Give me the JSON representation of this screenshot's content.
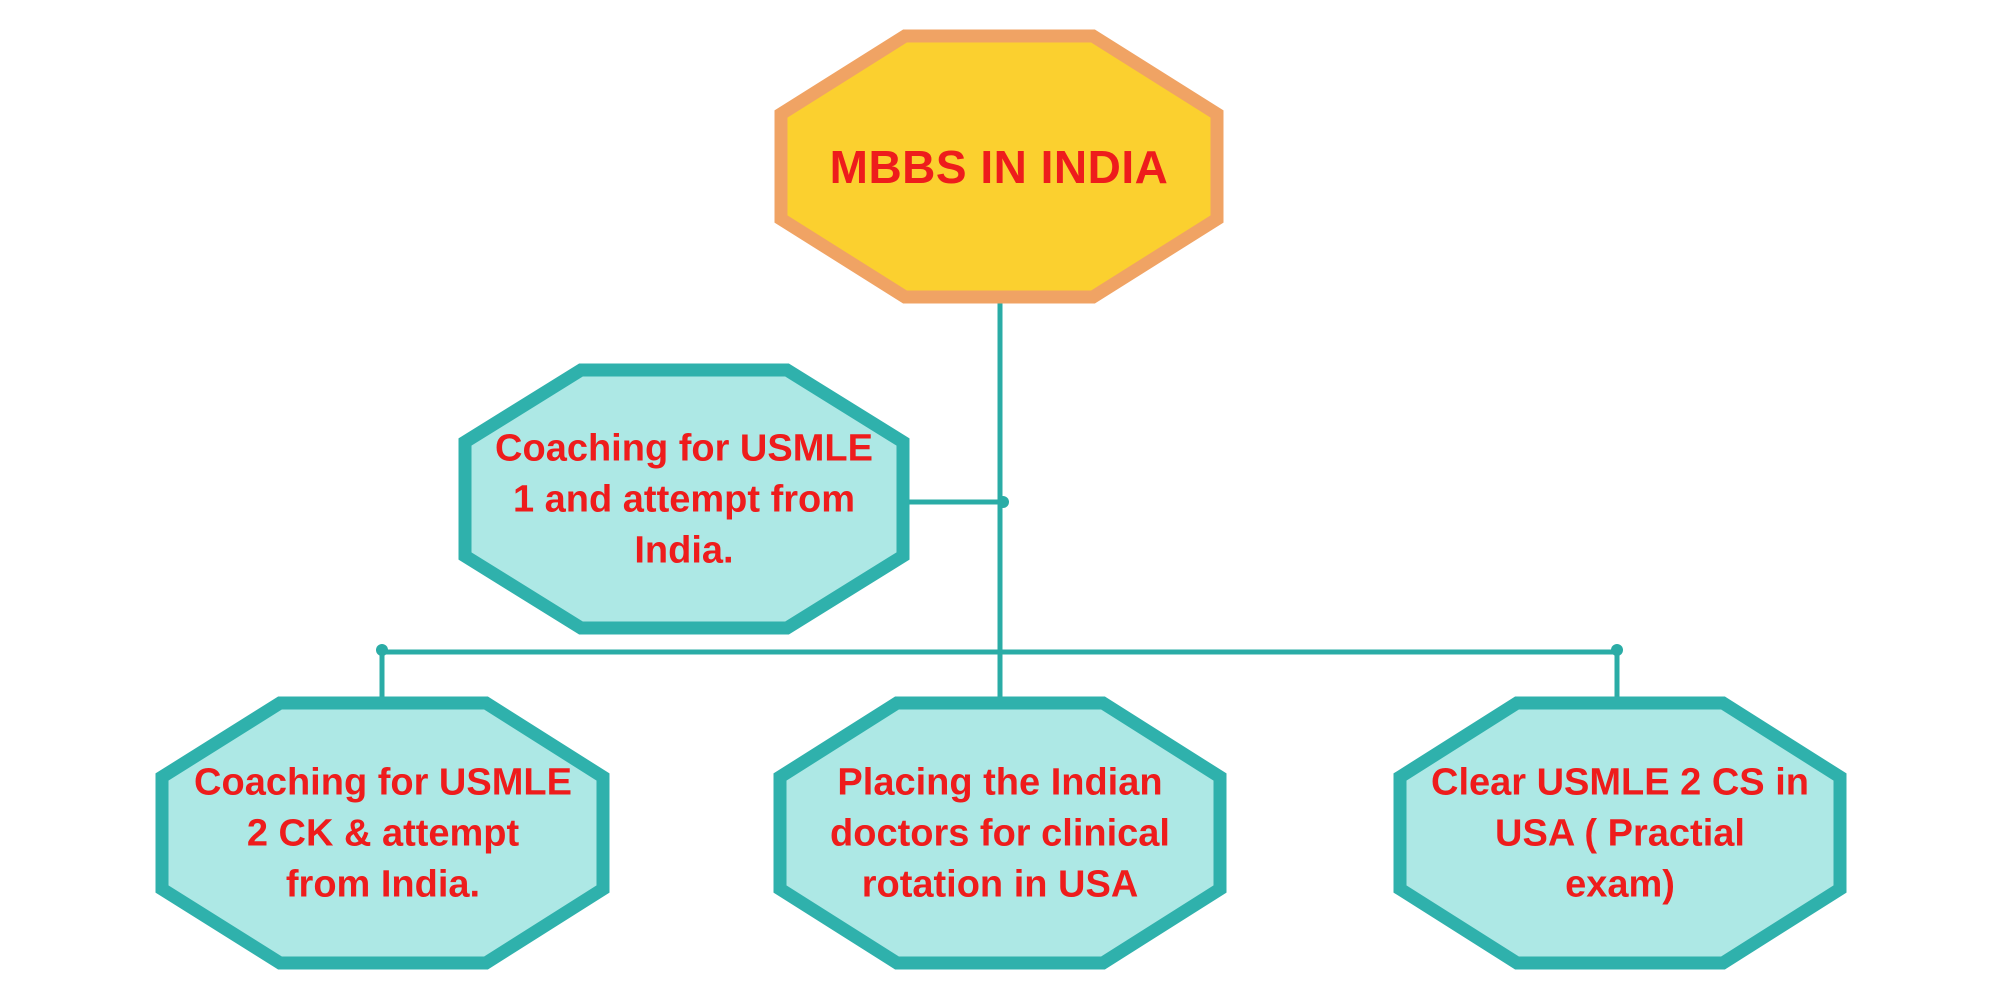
{
  "diagram": {
    "type": "flowchart",
    "title_node": "MBBS IN INDIA",
    "nodes": {
      "root": {
        "label": "MBBS IN INDIA"
      },
      "step1": {
        "label": "Coaching for USMLE\n1 and attempt from\nIndia."
      },
      "step2a": {
        "label": "Coaching for USMLE\n2 CK & attempt\nfrom India."
      },
      "step2b": {
        "label": "Placing the Indian\ndoctors for clinical\nrotation in USA"
      },
      "step2c": {
        "label": "Clear USMLE 2 CS in\nUSA ( Practial\nexam)"
      }
    },
    "edges": [
      "MBBS IN INDIA -> Coaching for USMLE 1 and attempt from India.",
      "MBBS IN INDIA -> Coaching for USMLE 2 CK & attempt from India.",
      "MBBS IN INDIA -> Placing the Indian doctors for clinical rotation in USA",
      "MBBS IN INDIA -> Clear USMLE 2 CS in USA ( Practial exam)"
    ],
    "colors": {
      "root_fill": "#FBD02F",
      "root_border": "#F0A364",
      "node_fill": "#ADE8E5",
      "node_border": "#2FB1AC",
      "connector": "#2AACA6",
      "text": "#EE1C1C",
      "background": "#FFFFFF"
    }
  }
}
